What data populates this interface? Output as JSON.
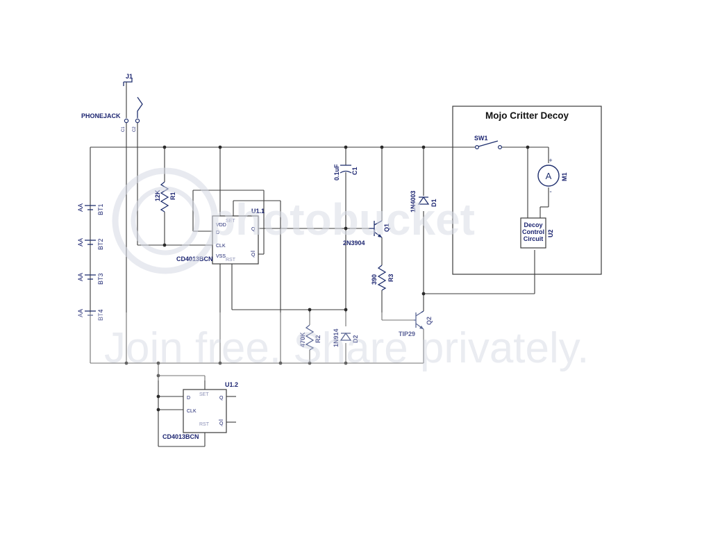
{
  "diagram": {
    "title": "Mojo Critter Decoy",
    "watermark": {
      "brand": "photobucket",
      "slogan": "Join free. Share privately."
    },
    "labels": {
      "j1": "J1",
      "j1_type": "PHONEJACK",
      "j1_pin1": "C1",
      "j1_pin2": "C2",
      "r1_ref": "R1",
      "r1_val": "12K",
      "r2_ref": "R2",
      "r2_val": "470K",
      "r3_ref": "R3",
      "r3_val": "390",
      "c1_ref": "C1",
      "c1_val": "0.1uF",
      "q1_ref": "Q1",
      "q1_val": "2N3904",
      "q2_ref": "Q2",
      "q2_val": "TIP29",
      "d1_ref": "D1",
      "d1_val": "1N4003",
      "d2_ref": "D2",
      "d2_val": "1N914",
      "sw1": "SW1",
      "m1_ref": "M1",
      "m1_sym": "A",
      "m1_plus": "+",
      "m1_minus": "-",
      "u2_ref": "U2",
      "u2_l1": "Decoy",
      "u2_l2": "Control",
      "u2_l3": "Circuit",
      "bt1_val": "AA",
      "bt1_ref": "BT1",
      "bt2_val": "AA",
      "bt2_ref": "BT2",
      "bt3_val": "AA",
      "bt3_ref": "BT3",
      "bt4_val": "AA",
      "bt4_ref": "BT4",
      "u11_ref": "U1.1",
      "u11_part": "CD4013BCN",
      "u12_ref": "U1.2",
      "u12_part": "CD4013BCN",
      "pin_set": "SET",
      "pin_rst": "RST",
      "pin_vdd": "VDD",
      "pin_vss": "VSS",
      "pin_d": "D",
      "pin_clk": "CLK",
      "pin_q": "Q",
      "pin_qn": "Q"
    }
  }
}
